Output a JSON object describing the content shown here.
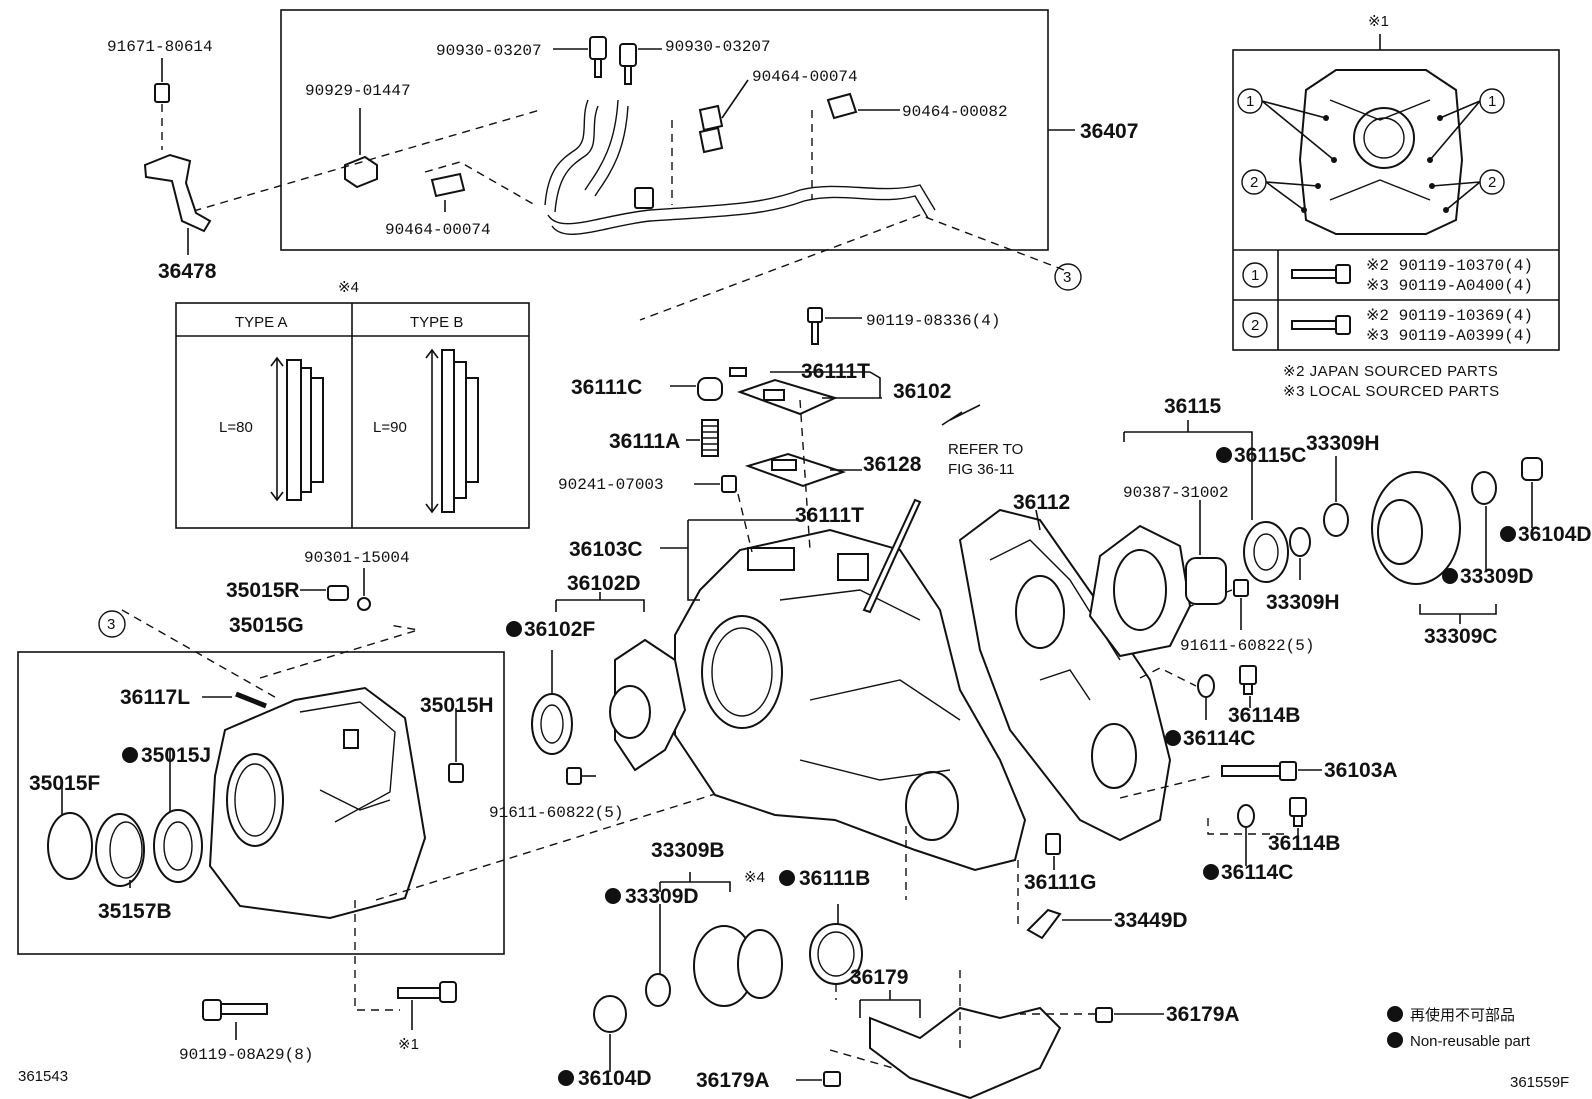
{
  "diagram": {
    "figure_id_left": "361543",
    "figure_id_right": "361559F",
    "parts": {
      "p91671": "91671-80614",
      "p36478": "36478",
      "p90930a": "90930-03207",
      "p90930b": "90930-03207",
      "p90929": "90929-01447",
      "p90464a": "90464-00074",
      "p90464b": "90464-00082",
      "p90464c": "90464-00074",
      "p36407": "36407",
      "p90119_08336": "90119-08336(4)",
      "p36111C": "36111C",
      "p36111T_top": "36111T",
      "p36102": "36102",
      "p36111A": "36111A",
      "p36128": "36128",
      "p90241": "90241-07003",
      "p36111T_mid": "36111T",
      "p36103C": "36103C",
      "p36102D": "36102D",
      "p36102F": "36102F",
      "p90301": "90301-15004",
      "p35015R": "35015R",
      "p35015G": "35015G",
      "p36117L": "36117L",
      "p35015H": "35015H",
      "p35015J": "35015J",
      "p35015F": "35015F",
      "p35157B": "35157B",
      "p91611_mid": "91611-60822(5)",
      "p33309B": "33309B",
      "p33309D_left": "33309D",
      "p36111B": "36111B",
      "p36104D_left": "36104D",
      "p90119_08A29": "90119-08A29(8)",
      "p36179": "36179",
      "p36179A_right": "36179A",
      "p36179A_bottom": "36179A",
      "p33449D": "33449D",
      "p36111G": "36111G",
      "p36114C_lower": "36114C",
      "p36114B_lower": "36114B",
      "p36103A": "36103A",
      "p36114C_upper": "36114C",
      "p36114B_upper": "36114B",
      "p36112": "36112",
      "p36115": "36115",
      "p36115C": "36115C",
      "p90387": "90387-31002",
      "p33309H_top": "33309H",
      "p33309H_bot": "33309H",
      "p91611_right": "91611-60822(5)",
      "p33309D_right": "33309D",
      "p33309C": "33309C",
      "p36104D_right": "36104D"
    },
    "refer_to_line1": "REFER TO",
    "refer_to_line2": "FIG 36-11",
    "callout_3": "3",
    "ref_mark_1_bottom": "※1",
    "ref_mark_4_inline": "※4",
    "type_box": {
      "header_mark": "※4",
      "type_a": "TYPE A",
      "type_b": "TYPE B",
      "length_a": "L=80",
      "length_b": "L=90"
    },
    "inset": {
      "header_mark": "※1",
      "callout_1": "1",
      "callout_2": "2",
      "row1_line1": "※2 90119-10370(4)",
      "row1_line2": "※3 90119-A0400(4)",
      "row2_line1": "※2 90119-10369(4)",
      "row2_line2": "※3 90119-A0399(4)",
      "note_japan": "※2 JAPAN SOURCED PARTS",
      "note_local": "※3 LOCAL SOURCED PARTS"
    },
    "legend": {
      "line_jp": "再使用不可部品",
      "line_en": "Non-reusable part"
    }
  }
}
